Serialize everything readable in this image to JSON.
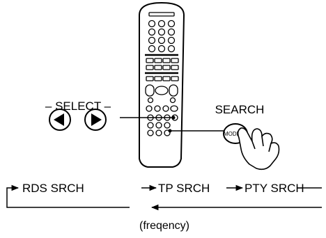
{
  "labels": {
    "select": "– SELECT –",
    "search": "SEARCH",
    "mode_button": "MODE"
  },
  "cycle": {
    "steps": [
      "RDS SRCH",
      "TP SRCH",
      "PTY SRCH"
    ],
    "return_label": "(freqency)"
  },
  "icons": {
    "left": "triangle-left-icon",
    "right": "triangle-right-icon"
  }
}
